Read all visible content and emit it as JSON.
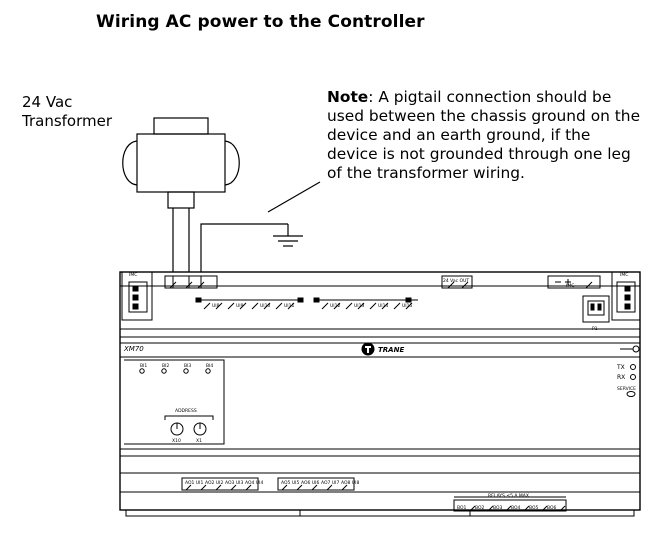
{
  "title": "Wiring AC power to the Controller",
  "transformer_label": [
    "24 Vac",
    "Transformer"
  ],
  "note": {
    "label": "Note",
    "text": ": A pigtail connection should be used between the chassis ground on the device and an earth ground, if the device is not grounded through one leg of the transformer wiring."
  },
  "controller": {
    "model": "XM70",
    "brand": "TRANE",
    "address_label": "ADDRESS",
    "dial_labels": [
      "X10",
      "X1"
    ],
    "led_labels": [
      "TX",
      "RX",
      "SERVICE"
    ],
    "connector_labels": [
      "IMC",
      "IMC",
      "P1"
    ],
    "power_terminal_labels": [
      "24 Vac",
      "24 Vac OUT"
    ],
    "power_in_label": "24 Vac OUT",
    "imc_terminal_label": "IMC",
    "relay_header": "RELAYS ≤5 A MAX",
    "top_io_labels": [
      "UI8",
      "UI9",
      "UI10",
      "UI11",
      "UI12",
      "UI13",
      "UI14",
      "UI15"
    ],
    "bottom_ao_labels": [
      "AO1 UI1",
      "AO2 UI2",
      "AO3 UI3",
      "AO4 UI4",
      "AO5 UI5",
      "AO6 UI6",
      "AO7 UI7",
      "AO8 UI8"
    ],
    "relay_labels": [
      "BO1",
      "BO2",
      "BO3",
      "BO4",
      "BO5",
      "BO6"
    ],
    "bi_labels": [
      "BI1",
      "BI2",
      "BI3",
      "BI4"
    ]
  }
}
